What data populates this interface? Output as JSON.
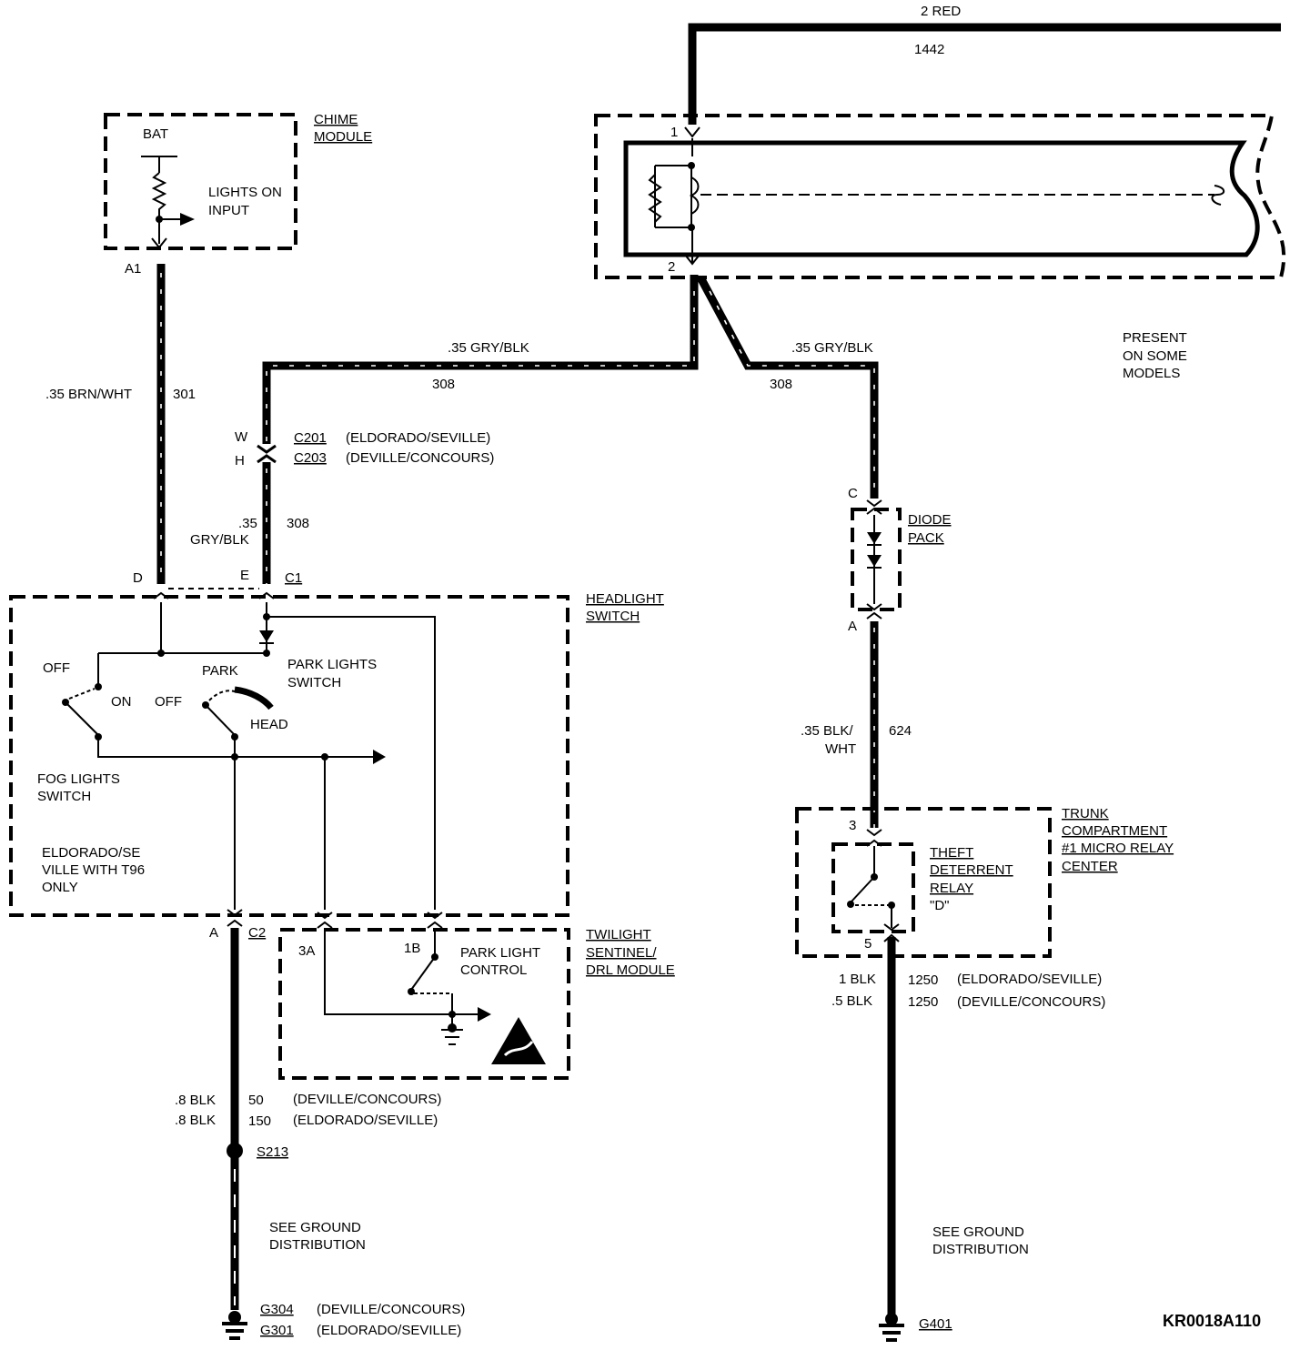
{
  "top_wire": {
    "color": "2 RED",
    "circuit": "1442"
  },
  "chime_module": {
    "title_line1": "CHIME",
    "title_line2": "MODULE",
    "bat": "BAT",
    "input_line1": "LIGHTS ON",
    "input_line2": "INPUT",
    "pin": "A1"
  },
  "wire_301": {
    "color": ".35 BRN/WHT",
    "circuit": "301"
  },
  "wire_308_left": {
    "color": ".35 GRY/BLK",
    "circuit": "308"
  },
  "wire_308_right": {
    "color": ".35 GRY/BLK",
    "circuit": "308"
  },
  "connector_c201": {
    "pin_w": "W",
    "pin_h": "H",
    "name_c201": "C201",
    "desc_c201": "(ELDORADO/SEVILLE)",
    "name_c203": "C203",
    "desc_c203": "(DEVILLE/CONCOURS)"
  },
  "wire_308_lower": {
    "gauge": ".35",
    "color": "GRY/BLK",
    "circuit": "308"
  },
  "headlight_switch": {
    "title_line1": "HEADLIGHT",
    "title_line2": "SWITCH",
    "pin_d": "D",
    "pin_e": "E",
    "connector_c1": "C1",
    "park_switch_line1": "PARK LIGHTS",
    "park_switch_line2": "SWITCH",
    "off_left": "OFF",
    "on": "ON",
    "off_mid": "OFF",
    "park": "PARK",
    "head": "HEAD",
    "fog_line1": "FOG LIGHTS",
    "fog_line2": "SWITCH",
    "note_line1": "ELDORADO/SE",
    "note_line2": "VILLE WITH T96",
    "note_line3": "ONLY",
    "pin_a": "A",
    "connector_c2": "C2"
  },
  "twilight_module": {
    "title_line1": "TWILIGHT",
    "title_line2": "SENTINEL/",
    "title_line3": "DRL MODULE",
    "pin_3a": "3A",
    "pin_1b": "1B",
    "control_line1": "PARK LIGHT",
    "control_line2": "CONTROL"
  },
  "ground_left": {
    "wire_color1": ".8 BLK",
    "wire_color2": ".8 BLK",
    "circuit1": "50",
    "circuit2": "150",
    "desc1": "(DEVILLE/CONCOURS)",
    "desc2": "(ELDORADO/SEVILLE)",
    "splice": "S213",
    "see_line1": "SEE GROUND",
    "see_line2": "DISTRIBUTION",
    "g1": "G304",
    "g1_desc": "(DEVILLE/CONCOURS)",
    "g2": "G301",
    "g2_desc": "(ELDORADO/SEVILLE)"
  },
  "lamp_block": {
    "pin1": "1",
    "pin2": "2",
    "note_line1": "PRESENT",
    "note_line2": "ON SOME",
    "note_line3": "MODELS"
  },
  "diode_pack": {
    "title_line1": "DIODE",
    "title_line2": "PACK",
    "pin_c": "C",
    "pin_a": "A"
  },
  "wire_624": {
    "color_line1": ".35 BLK/",
    "color_line2": "WHT",
    "circuit": "624"
  },
  "trunk_relay_center": {
    "title_line1": "TRUNK",
    "title_line2": "COMPARTMENT",
    "title_line3": "#1 MICRO RELAY",
    "title_line4": "CENTER",
    "relay_line1": "THEFT",
    "relay_line2": "DETERRENT",
    "relay_line3": "RELAY",
    "relay_line4": "\"D\"",
    "pin3": "3",
    "pin5": "5"
  },
  "ground_right": {
    "wire_color1": "1 BLK",
    "wire_color2": ".5 BLK",
    "circuit1": "1250",
    "circuit2": "1250",
    "desc1": "(ELDORADO/SEVILLE)",
    "desc2": "(DEVILLE/CONCOURS)",
    "see_line1": "SEE GROUND",
    "see_line2": "DISTRIBUTION",
    "g": "G401"
  },
  "diagram_code": "KR0018A110"
}
